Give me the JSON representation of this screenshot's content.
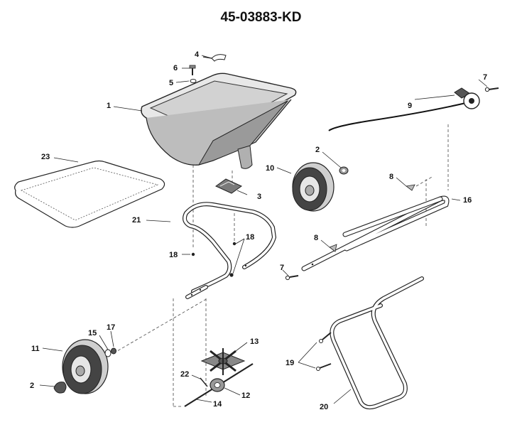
{
  "title": "45-03883-KD",
  "callouts": {
    "c1": "1",
    "c2a": "2",
    "c2b": "2",
    "c3": "3",
    "c4": "4",
    "c5": "5",
    "c6": "6",
    "c7a": "7",
    "c7b": "7",
    "c8a": "8",
    "c8b": "8",
    "c9": "9",
    "c10": "10",
    "c11": "11",
    "c12": "12",
    "c13": "13",
    "c14": "14",
    "c15": "15",
    "c16": "16",
    "c17": "17",
    "c18a": "18",
    "c18b": "18",
    "c19": "19",
    "c20": "20",
    "c21": "21",
    "c22": "22",
    "c23": "23"
  }
}
